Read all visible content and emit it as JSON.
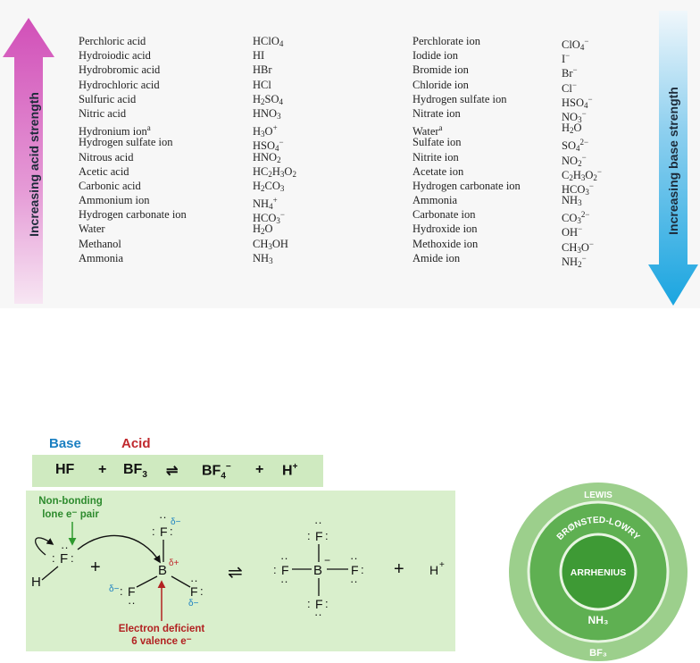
{
  "acid_strength_label": "Increasing acid strength",
  "base_strength_label": "Increasing base strength",
  "acid_names": [
    "Perchloric acid",
    "Hydroiodic acid",
    "Hydrobromic acid",
    "Hydrochloric acid",
    "Sulfuric acid",
    "Nitric acid",
    "Hydronium ion",
    "Hydrogen sulfate ion",
    "Nitrous acid",
    "Acetic acid",
    "Carbonic acid",
    "Ammonium ion",
    "Hydrogen carbonate ion",
    "Water",
    "Methanol",
    "Ammonia"
  ],
  "base_names": [
    "Perchlorate ion",
    "Iodide ion",
    "Bromide ion",
    "Chloride ion",
    "Hydrogen sulfate ion",
    "Nitrate ion",
    "Water",
    "Sulfate ion",
    "Nitrite ion",
    "Acetate ion",
    "Hydrogen carbonate ion",
    "Ammonia",
    "Carbonate ion",
    "Hydroxide ion",
    "Methoxide ion",
    "Amide ion"
  ],
  "footnote_mark": "a",
  "lewis": {
    "base_label": "Base",
    "acid_label": "Acid",
    "base_color": "#1a7fc1",
    "acid_color": "#c0282d",
    "equation": {
      "plus": "+",
      "arrow": "⇌"
    },
    "nonbonding_note": "Non-bonding lone e⁻ pair",
    "deficient_note_1": "Electron deficient",
    "deficient_note_2": "6 valence e⁻",
    "atom_F": "F",
    "atom_H": "H",
    "atom_B": "B",
    "delta_minus": "δ⁻",
    "delta_plus": "δ⁺",
    "minus": "−"
  },
  "circles": {
    "outer": "LEWIS",
    "middle": "BRØNSTED-LOWRY",
    "inner": "ARRHENIUS",
    "nh3": "NH₃",
    "bf3": "BF₃"
  },
  "colors": {
    "magenta_arrow": "#d14fb8",
    "blue_arrow": "#1aa5e0",
    "panel_green": "#d9efcc",
    "circle_outer": "#9ccf8c",
    "circle_middle": "#5fb052",
    "circle_inner": "#3e9a35"
  }
}
